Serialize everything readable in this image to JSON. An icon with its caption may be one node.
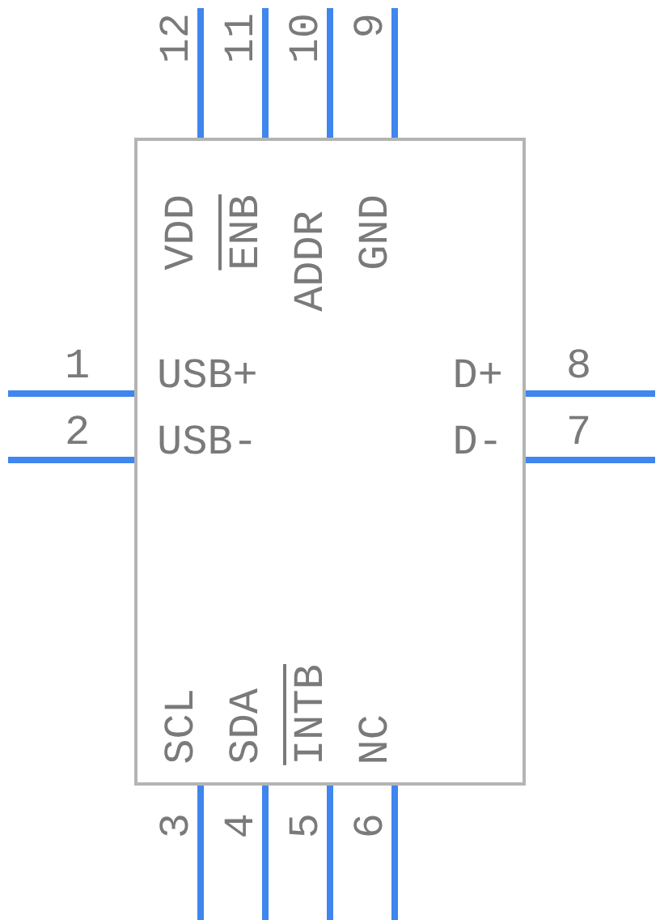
{
  "diagram": {
    "nodes": [
      {
        "text": [
          "VDD",
          "ENB",
          "ADDR",
          "GND",
          "USB+",
          "USB-",
          "D+",
          "D-",
          "SCL",
          "SDA",
          "INTB",
          "NC"
        ]
      }
    ],
    "labels": [
      "12",
      "11",
      "10",
      "9",
      "1",
      "2",
      "8",
      "7",
      "3",
      "4",
      "5",
      "6"
    ]
  }
}
